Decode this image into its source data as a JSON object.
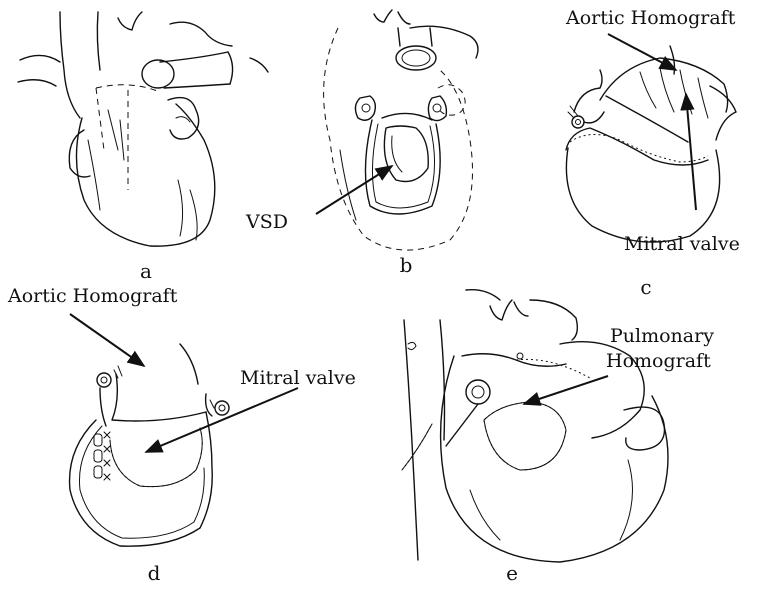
{
  "panels": {
    "a": {
      "letter": "a"
    },
    "b": {
      "letter": "b",
      "label_vsd": "VSD"
    },
    "c": {
      "letter": "c",
      "label_aortic": "Aortic Homograft",
      "label_mitral": "Mitral valve"
    },
    "d": {
      "letter": "d",
      "label_aortic": "Aortic Homograft",
      "label_mitral": "Mitral valve"
    },
    "e": {
      "letter": "e",
      "label_pulm_line1": "Pulmonary",
      "label_pulm_line2": "Homograft"
    }
  },
  "colors": {
    "ink": "#111111",
    "background": "#ffffff"
  }
}
